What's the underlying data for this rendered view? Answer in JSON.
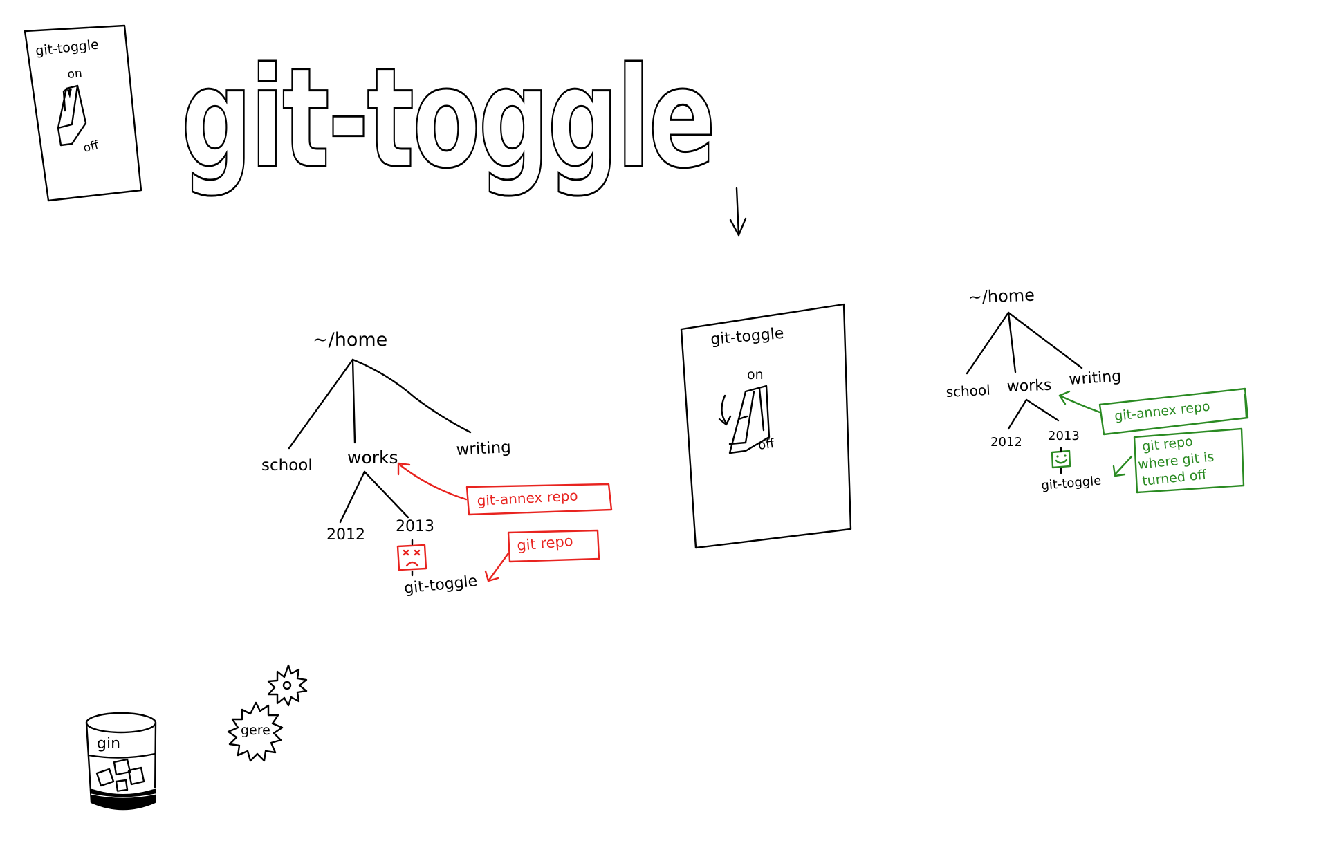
{
  "title": "git-toggle",
  "colors": {
    "ink": "#000000",
    "bad": "#e8231f",
    "good": "#2a8a22",
    "background": "#ffffff"
  },
  "small_switch": {
    "label": "git-toggle",
    "on": "on",
    "off": "off"
  },
  "big_switch": {
    "label": "git-toggle",
    "on": "on",
    "off": "off"
  },
  "tree_before": {
    "root": "~/home",
    "children": [
      "school",
      "works",
      "writing"
    ],
    "works_children": [
      "2012",
      "2013"
    ],
    "leaf": "git-toggle",
    "annex_label": "git-annex repo",
    "repo_label": "git repo",
    "face": "sad"
  },
  "tree_after": {
    "root": "~/home",
    "children": [
      "school",
      "works",
      "writing"
    ],
    "works_children": [
      "2012",
      "2013"
    ],
    "leaf": "git-toggle",
    "annex_label": "git-annex repo",
    "repo_label_lines": [
      "git repo",
      "where git is",
      "turned off"
    ],
    "face": "happy"
  },
  "gin_glass": {
    "label": "gin"
  },
  "gear": {
    "label": "gere"
  }
}
